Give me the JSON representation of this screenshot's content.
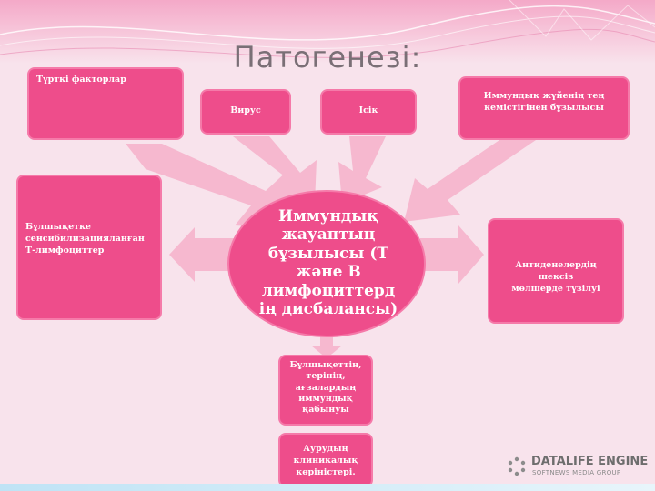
{
  "slide": {
    "title": "Патогенезі:"
  },
  "colors": {
    "box_fill": "#ee4d8b",
    "arrow_fill": "#f6b8cf",
    "title_text": "#7a6f76"
  },
  "diagram": {
    "center": "Иммундық жауаптың бұзылысы (Т және В лимфоциттердің дисбалансы)",
    "center_lines": [
      "Иммундық",
      "жауаптың",
      "бұзылысы (Т",
      "және В",
      "лимфоциттерд",
      "ің дисбалансы)"
    ],
    "causes": [
      {
        "lines": [
          "Түрткі факторлар"
        ]
      },
      {
        "lines": [
          "Вирус"
        ]
      },
      {
        "lines": [
          "Ісік"
        ]
      },
      {
        "lines": [
          "Иммундық жүйенің тең",
          "кемістігінен бұзылысы"
        ]
      }
    ],
    "effects": {
      "left": {
        "lines": [
          "Бұлшықетке",
          "сенсибилизацияланған",
          "Т-лимфоциттер"
        ]
      },
      "right": {
        "lines": [
          "Антиденелердің шексіз",
          "мөлшерде түзілуі"
        ]
      },
      "bottom": {
        "lines": [
          "Бұлшықеттің,",
          "терінің,",
          "ағзалардың",
          "иммундық",
          "қабынуы"
        ]
      },
      "bottom2": {
        "lines": [
          "Аурудың",
          "клиникалық",
          "көріністері."
        ]
      }
    }
  },
  "watermark": {
    "brand": "DATALIFE ENGINE",
    "sub": "SOFTNEWS MEDIA GROUP"
  }
}
